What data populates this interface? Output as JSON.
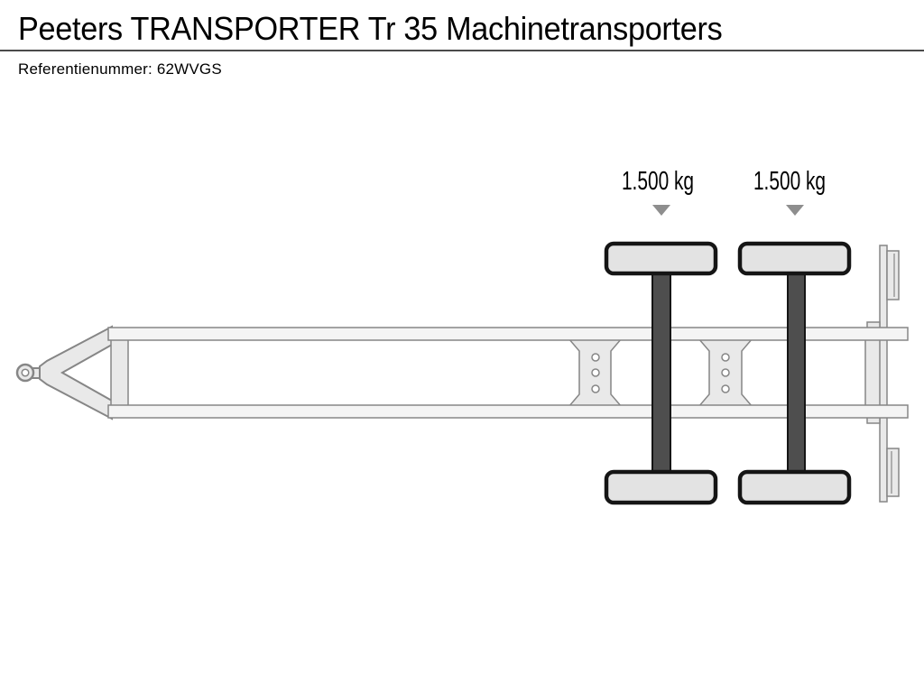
{
  "header": {
    "title": "Peeters TRANSPORTER Tr 35 Machinetransporters",
    "reference": "Referentienummer: 62WVGS"
  },
  "diagram": {
    "axles": [
      {
        "load_label": "1.500 kg"
      },
      {
        "load_label": "1.500 kg"
      }
    ],
    "colors": {
      "outline": "#868686",
      "part_fill": "#e9e9e9",
      "rail_fill": "#f4f4f4",
      "axle_fill": "#4e4e4e",
      "wheel_fill": "#e3e3e3",
      "wheel_outline": "#151515",
      "arrow": "#8e8e8e",
      "divider": "#4a4a4a",
      "text": "#000000"
    }
  }
}
